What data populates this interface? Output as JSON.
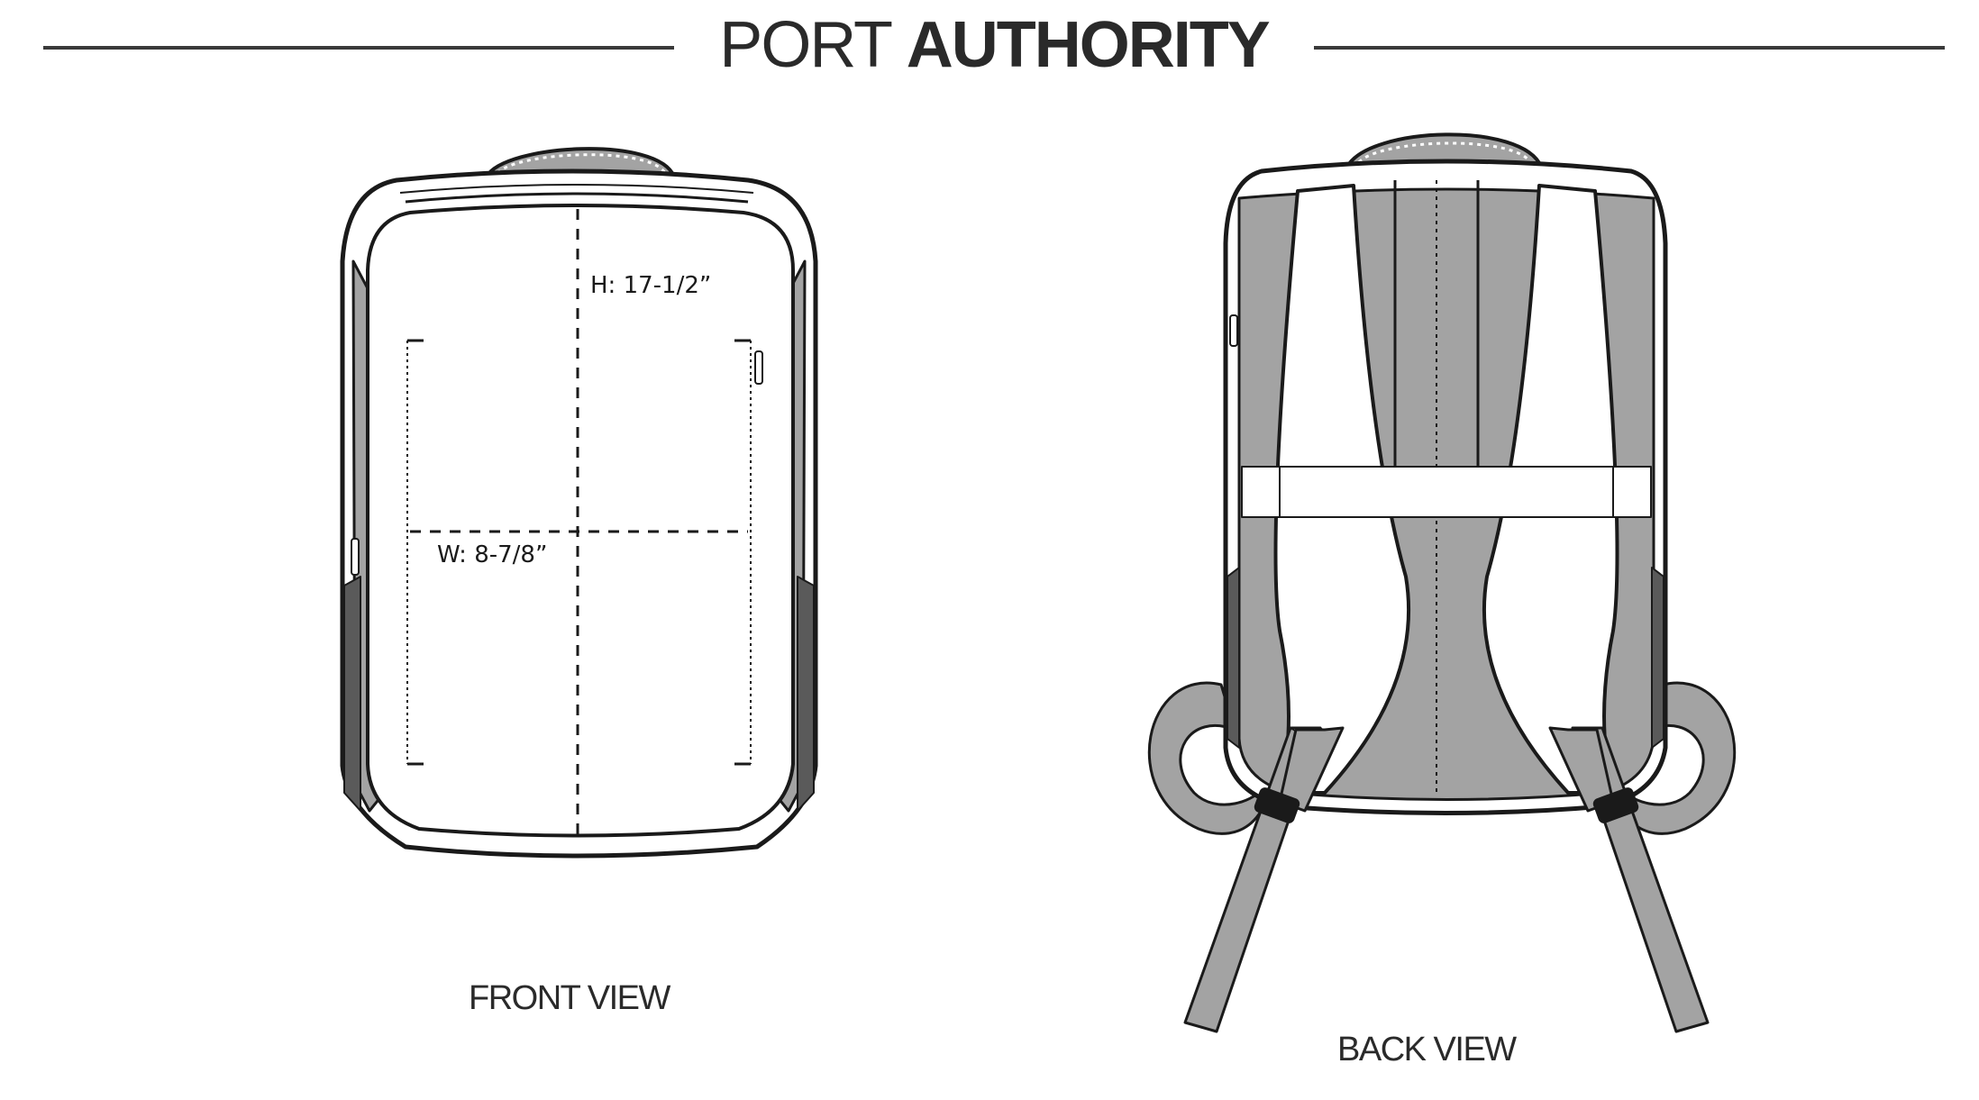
{
  "brand": {
    "light": "PORT",
    "bold": "AUTHORITY"
  },
  "front_view": {
    "label": "FRONT VIEW",
    "height_dimension": "H: 17-1/2”",
    "width_dimension": "W: 8-7/8”"
  },
  "back_view": {
    "label": "BACK VIEW"
  },
  "colors": {
    "line": "#1a1a1a",
    "panel_gray": "#a3a3a3",
    "dark_mesh": "#5a5a5a",
    "white": "#ffffff"
  }
}
